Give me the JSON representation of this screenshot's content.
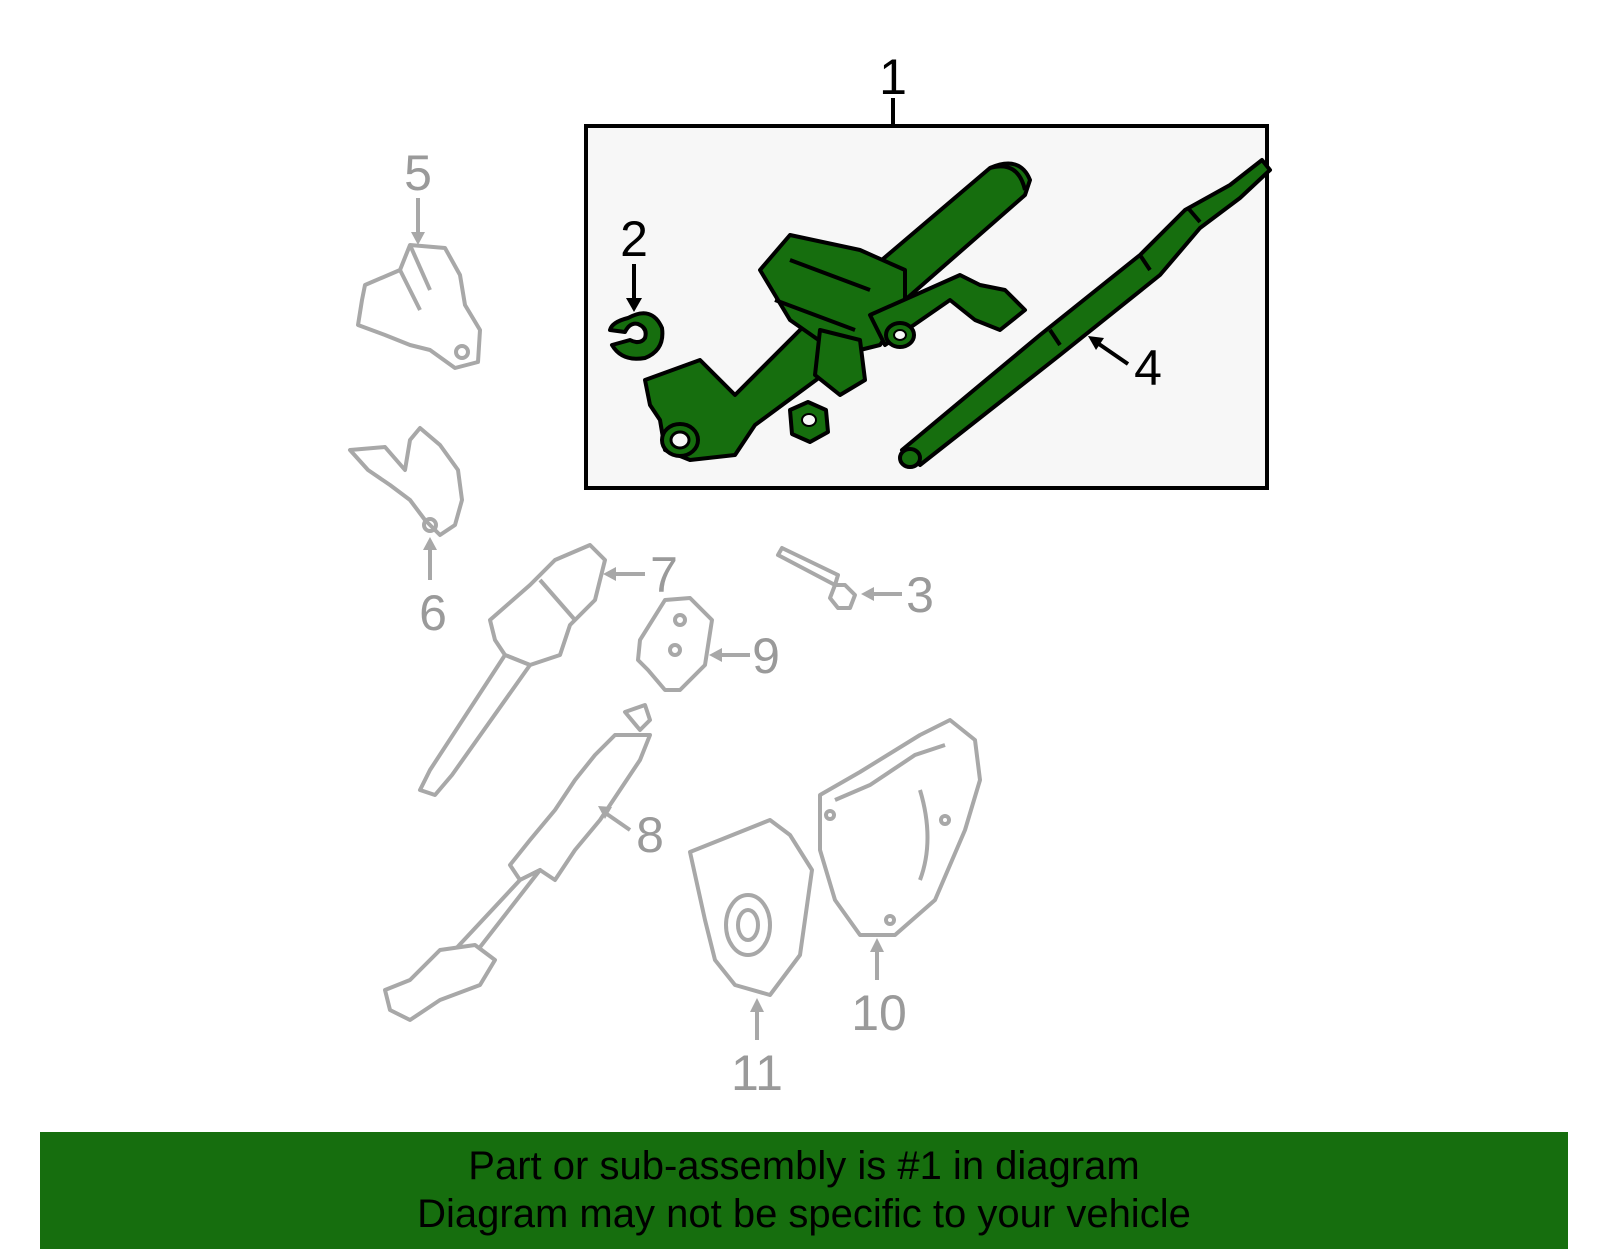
{
  "callouts": {
    "c1": "1",
    "c2": "2",
    "c3": "3",
    "c4": "4",
    "c5": "5",
    "c6": "6",
    "c7": "7",
    "c8": "8",
    "c9": "9",
    "c10": "10",
    "c11": "11"
  },
  "banner": {
    "line1": "Part or sub-assembly is #1 in diagram",
    "line2": "Diagram may not be specific to your vehicle"
  },
  "colors": {
    "highlight_green": "#166e0e",
    "inactive_gray": "#a8a8a8",
    "box_fill": "#f7f7f7"
  }
}
